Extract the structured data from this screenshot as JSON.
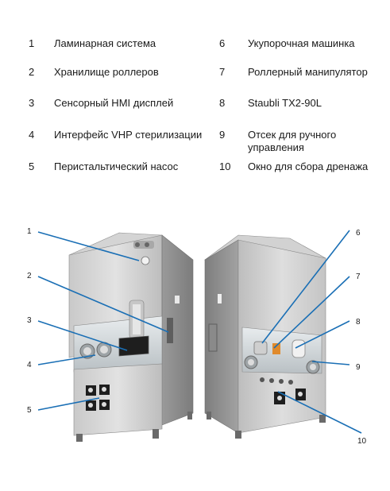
{
  "legend": [
    {
      "num": "1",
      "text": "Ламинарная система"
    },
    {
      "num": "2",
      "text": "Хранилище роллеров"
    },
    {
      "num": "3",
      "text": "Сенсорный  HMI дисплей"
    },
    {
      "num": "4",
      "text": "Интерфейс VHP стерилизации"
    },
    {
      "num": "5",
      "text": "Перистальтический насос"
    },
    {
      "num": "6",
      "text": "Укупорочная машинка"
    },
    {
      "num": "7",
      "text": "Роллерный манипулятор"
    },
    {
      "num": "8",
      "text": "Staubli  TX2-90L"
    },
    {
      "num": "9",
      "text": "Отсек для ручного управления"
    },
    {
      "num": "10",
      "text": "Окно для сбора дренажа"
    }
  ],
  "callouts": [
    "1",
    "2",
    "3",
    "4",
    "5",
    "6",
    "7",
    "8",
    "9",
    "10"
  ],
  "colors": {
    "leader": "#1a6fb5",
    "cabinet_light": "#d8d8d8",
    "cabinet_dark": "#8f8f8f"
  }
}
